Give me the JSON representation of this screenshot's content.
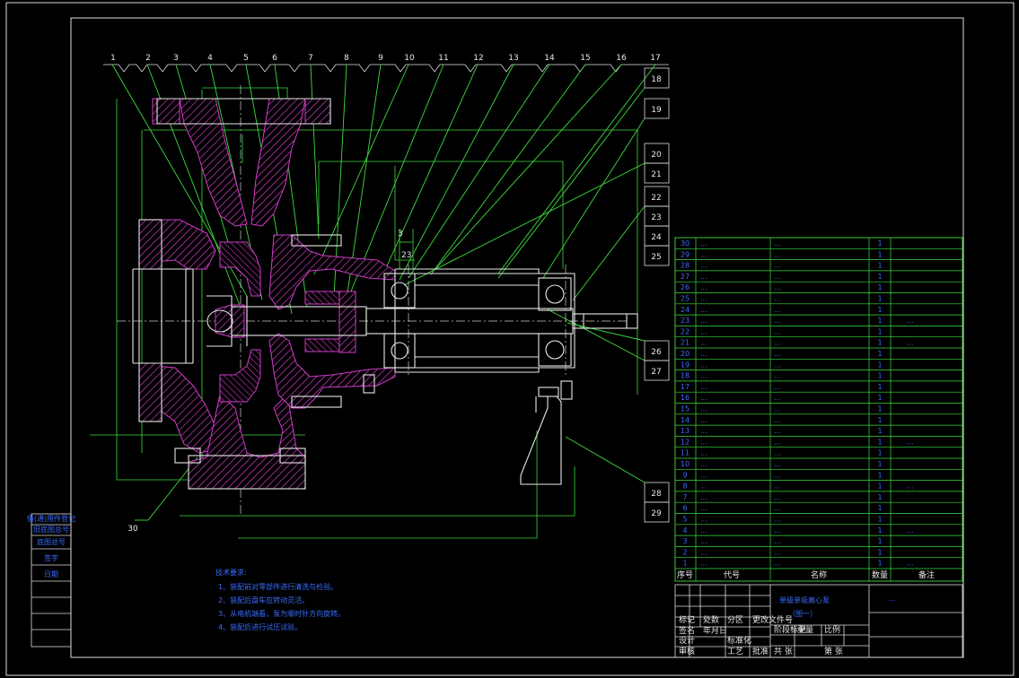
{
  "drawing": {
    "top_labels": [
      "1",
      "2",
      "3",
      "4",
      "5",
      "6",
      "7",
      "8",
      "9",
      "10",
      "11",
      "12",
      "13",
      "14",
      "15",
      "16",
      "17"
    ],
    "right_labels": [
      "18",
      "19",
      "20",
      "21",
      "22",
      "23",
      "24",
      "25",
      "26",
      "27",
      "28",
      "29"
    ],
    "bottom_label": "30",
    "dims": {
      "d1": "3",
      "d2": "23"
    }
  },
  "tech_notes": {
    "title": "技术要求:",
    "lines": [
      "1、装配前对零部件进行清洗与检验。",
      "2、装配后盘车应转动灵活。",
      "3、从电机端看，泵为顺时针方向旋转。",
      "4、装配后进行试压试验。"
    ]
  },
  "bom": {
    "rows": [
      {
        "no": "30",
        "code": "...",
        "name": "...",
        "qty": "1",
        "remark": ""
      },
      {
        "no": "29",
        "code": "...",
        "name": "...",
        "qty": "1",
        "remark": ""
      },
      {
        "no": "28",
        "code": "...",
        "name": "...",
        "qty": "1",
        "remark": ""
      },
      {
        "no": "27",
        "code": "...",
        "name": "...",
        "qty": "1",
        "remark": ""
      },
      {
        "no": "26",
        "code": "...",
        "name": "...",
        "qty": "1",
        "remark": ""
      },
      {
        "no": "25",
        "code": "...",
        "name": "...",
        "qty": "1",
        "remark": ""
      },
      {
        "no": "24",
        "code": "...",
        "name": "...",
        "qty": "1",
        "remark": ""
      },
      {
        "no": "23",
        "code": "...",
        "name": "...",
        "qty": "1",
        "remark": "..."
      },
      {
        "no": "22",
        "code": "...",
        "name": "...",
        "qty": "1",
        "remark": ""
      },
      {
        "no": "21",
        "code": "...",
        "name": "...",
        "qty": "1",
        "remark": "..."
      },
      {
        "no": "20",
        "code": "...",
        "name": "...",
        "qty": "1",
        "remark": ""
      },
      {
        "no": "19",
        "code": "...",
        "name": "...",
        "qty": "1",
        "remark": ""
      },
      {
        "no": "18",
        "code": "...",
        "name": "...",
        "qty": "1",
        "remark": ""
      },
      {
        "no": "17",
        "code": "...",
        "name": "...",
        "qty": "1",
        "remark": ""
      },
      {
        "no": "16",
        "code": "...",
        "name": "...",
        "qty": "1",
        "remark": ""
      },
      {
        "no": "15",
        "code": "...",
        "name": "...",
        "qty": "1",
        "remark": ""
      },
      {
        "no": "14",
        "code": "...",
        "name": "...",
        "qty": "1",
        "remark": ""
      },
      {
        "no": "13",
        "code": "...",
        "name": "...",
        "qty": "1",
        "remark": ""
      },
      {
        "no": "12",
        "code": "...",
        "name": "...",
        "qty": "1",
        "remark": "..."
      },
      {
        "no": "11",
        "code": "...",
        "name": "...",
        "qty": "1",
        "remark": ""
      },
      {
        "no": "10",
        "code": "...",
        "name": "...",
        "qty": "1",
        "remark": ""
      },
      {
        "no": "9",
        "code": "...",
        "name": "...",
        "qty": "1",
        "remark": ""
      },
      {
        "no": "8",
        "code": "...",
        "name": "...",
        "qty": "1",
        "remark": "..."
      },
      {
        "no": "7",
        "code": "...",
        "name": "...",
        "qty": "1",
        "remark": ""
      },
      {
        "no": "6",
        "code": "...",
        "name": "...",
        "qty": "1",
        "remark": ""
      },
      {
        "no": "5",
        "code": "...",
        "name": "...",
        "qty": "1",
        "remark": ""
      },
      {
        "no": "4",
        "code": "...",
        "name": "...",
        "qty": "1",
        "remark": "..."
      },
      {
        "no": "3",
        "code": "...",
        "name": "...",
        "qty": "1",
        "remark": ""
      },
      {
        "no": "2",
        "code": "...",
        "name": "...",
        "qty": "1",
        "remark": ""
      },
      {
        "no": "1",
        "code": "...",
        "name": "...",
        "qty": "1",
        "remark": "..."
      }
    ],
    "header": {
      "no": "序号",
      "code": "代号",
      "name": "名称",
      "qty": "数量",
      "remark": "备注"
    }
  },
  "title_block": {
    "title_line1": "单级单吸离心泵",
    "title_line2": "（图一）",
    "drawing_no": "...",
    "cells": [
      "标记",
      "处数",
      "分区",
      "更改文件号",
      "签名",
      "年月日",
      "设计",
      "标准化",
      "阶段标记",
      "重量",
      "比例",
      "审核",
      "工艺",
      "批准",
      "共 张",
      "第 张"
    ]
  },
  "side_block": {
    "cells": [
      "借(通)用件登记",
      "旧底图总号",
      "底图总号",
      "签字",
      "日期"
    ]
  }
}
